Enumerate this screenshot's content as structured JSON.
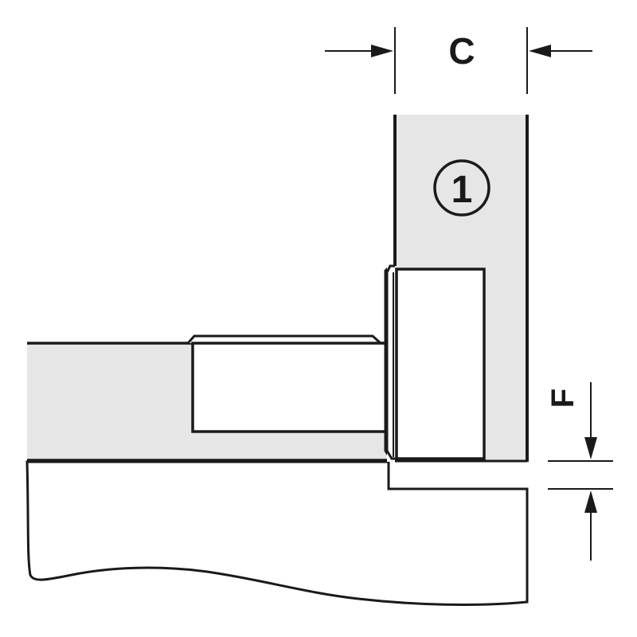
{
  "labels": {
    "dimension_c": "C",
    "dimension_f": "F",
    "callout": "1"
  },
  "colors": {
    "stroke": "#1a1a1a",
    "panel_fill": "#e6e6e6",
    "background": "#ffffff"
  }
}
